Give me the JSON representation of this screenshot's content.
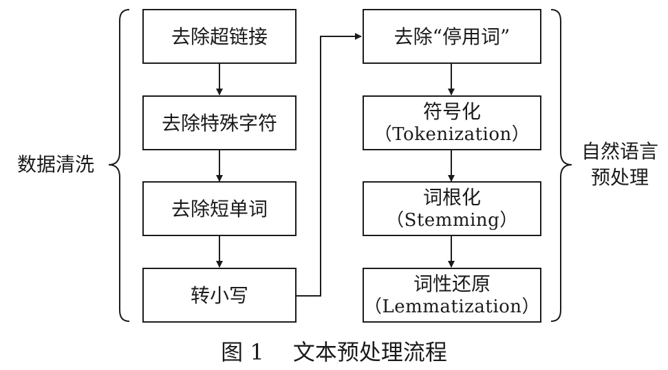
{
  "left_column": [
    {
      "main": "去除超链接"
    },
    {
      "main": "去除特殊字符"
    },
    {
      "main": "去除短单词"
    },
    {
      "main": "转小写"
    }
  ],
  "right_column": [
    {
      "main": "去除“停用词”"
    },
    {
      "main": "符号化",
      "sub": "（Tokenization）"
    },
    {
      "main": "词根化",
      "sub": "（Stemming）"
    },
    {
      "main": "词性还原",
      "sub": "（Lemmatization）"
    }
  ],
  "left_group_label": "数据清洗",
  "right_group_label": {
    "line1": "自然语言",
    "line2": "预处理"
  },
  "caption": "图 1　 文本预处理流程"
}
